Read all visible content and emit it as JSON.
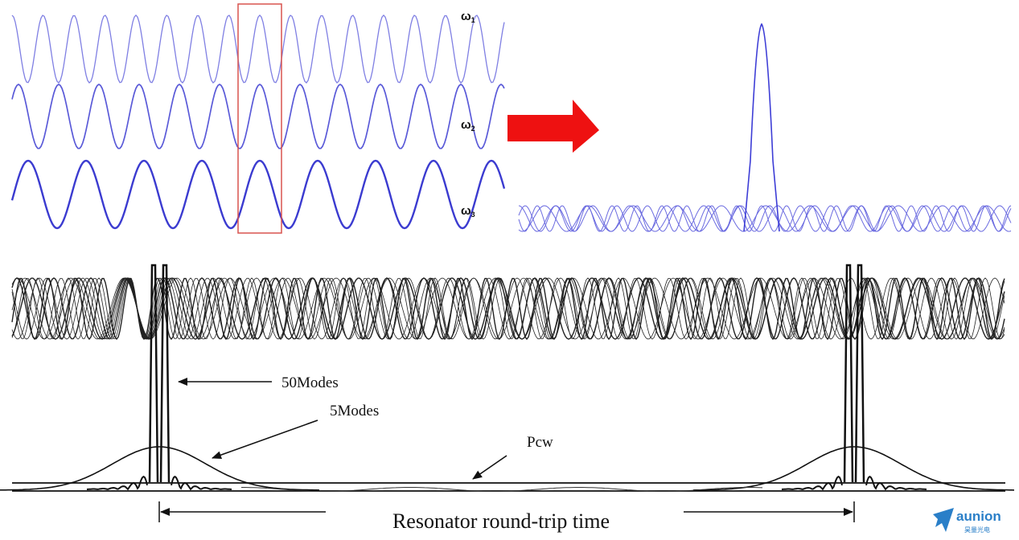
{
  "top_panel": {
    "waves": [
      {
        "label": "ω",
        "sub": "1"
      },
      {
        "label": "ω",
        "sub": "2"
      },
      {
        "label": "ω",
        "sub": "3"
      }
    ],
    "colors": {
      "wave": "#4a4adf",
      "box": "#d9534f",
      "arrow": "#ee1111"
    }
  },
  "bottom_panel": {
    "annotations": {
      "modes50": "50Modes",
      "modes5": "5Modes",
      "pcw": "Pcw",
      "roundtrip": "Resonator round-trip time"
    }
  },
  "logo": {
    "text": "aunion",
    "subtext": "昊量光电",
    "icon": "paper-plane-icon",
    "color": "#2a7fc8"
  }
}
